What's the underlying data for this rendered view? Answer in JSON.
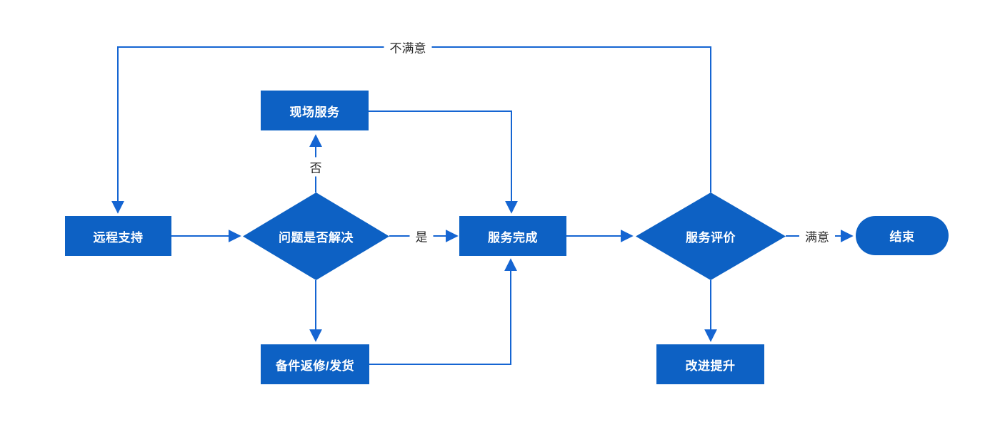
{
  "diagram": {
    "title": "service-flowchart",
    "nodes": {
      "remote_support": {
        "label": "远程支持",
        "type": "process"
      },
      "onsite_service": {
        "label": "现场服务",
        "type": "process"
      },
      "problem_solved": {
        "label": "问题是否解决",
        "type": "decision"
      },
      "service_complete": {
        "label": "服务完成",
        "type": "process"
      },
      "spare_parts": {
        "label": "备件返修/发货",
        "type": "process"
      },
      "service_evaluation": {
        "label": "服务评价",
        "type": "decision"
      },
      "improvement": {
        "label": "改进提升",
        "type": "process"
      },
      "end": {
        "label": "结束",
        "type": "terminator"
      }
    },
    "edge_labels": {
      "yes": "是",
      "no": "否",
      "satisfied": "满意",
      "unsatisfied": "不满意"
    },
    "colors": {
      "shape_fill": "#0d61c4",
      "connector": "#1565d2",
      "node_text": "#ffffff",
      "label_text": "#2b2b2b",
      "canvas_bg": "#ffffff"
    }
  }
}
